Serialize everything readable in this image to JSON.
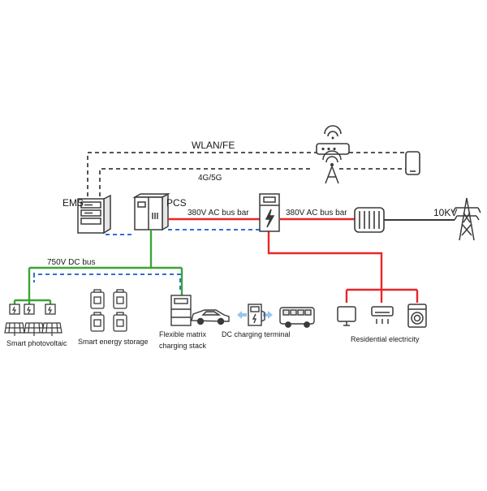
{
  "network": {
    "wlan_label": "WLAN/FE",
    "cellular_label": "4G/5G"
  },
  "devices": {
    "ems_label": "EMS",
    "pcs_label": "PCS",
    "grid_label": "10KV"
  },
  "buses": {
    "ac_bus_left": "380V AC bus bar",
    "ac_bus_right": "380V AC bus bar",
    "dc_bus": "750V DC bus"
  },
  "groups": {
    "photovoltaic": "Smart photovoltaic",
    "energy_storage": "Smart energy storage",
    "charging_stack_line1": "Flexible matrix",
    "charging_stack_line2": "charging stack",
    "dc_terminal": "DC charging terminal",
    "residential": "Residential electricity"
  },
  "colors": {
    "ac_line": "#e8262a",
    "dc_line": "#3aa538",
    "data_line": "#555555",
    "comm_line": "#2f6fd6",
    "device_stroke": "#3a3a3a"
  }
}
